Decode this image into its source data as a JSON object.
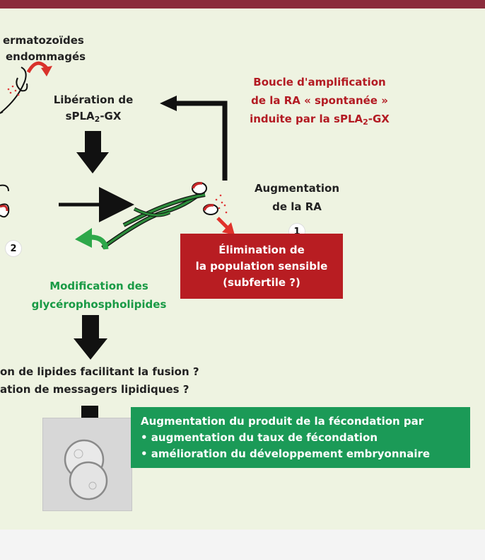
{
  "labels": {
    "damaged_line1": "ermatozoïdes",
    "damaged_line2": "endommagés",
    "release_line1": "Libération de",
    "release_line2_prefix": "sPLA",
    "release_line2_sub": "2",
    "release_line2_suffix": "-GX",
    "loop_line1": "Boucle d'amplification",
    "loop_line2": "de la RA « spontanée »",
    "loop_line3_prefix": "induite par la sPLA",
    "loop_line3_sub": "2",
    "loop_line3_suffix": "-GX",
    "ra_line1": "Augmentation",
    "ra_line2": "de la RA",
    "modif_line1": "Modification des",
    "modif_line2": "glycérophospholipides",
    "lipids_line1": "on de lipides facilitant la fusion ?",
    "lipids_line2": "ation de messagers lipidiques ?"
  },
  "badges": {
    "one": "1",
    "two": "2"
  },
  "elimination_box": {
    "line1": "Élimination de",
    "line2": "la population sensible",
    "line3": "(subfertile ?)"
  },
  "outcome_box": {
    "line1": "Augmentation du produit de la fécondation par",
    "line2": "• augmentation du taux de fécondation",
    "line3": "• amélioration du développement embryonnaire"
  },
  "colors": {
    "background": "#eef3e1",
    "top_bar": "#8b2c3c",
    "red_text": "#b31b23",
    "green_text": "#199a45",
    "red_box": "#b81d22",
    "green_box": "#1b9a57",
    "arrow": "#111111",
    "sperm_tail": "#1e7a2c"
  }
}
